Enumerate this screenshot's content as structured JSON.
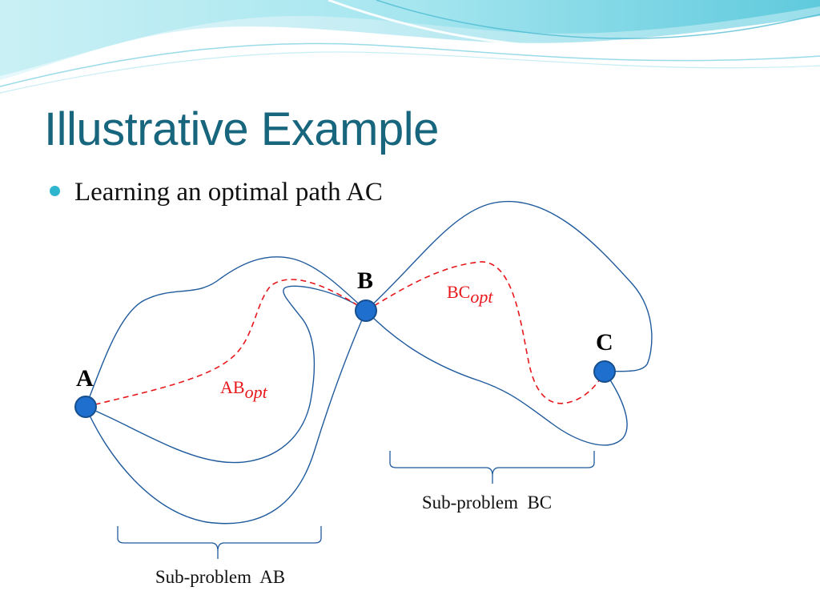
{
  "slide": {
    "title": "Illustrative Example",
    "bullet": "Learning an optimal path AC"
  },
  "diagram": {
    "nodes": [
      {
        "id": "A",
        "label": "A"
      },
      {
        "id": "B",
        "label": "B"
      },
      {
        "id": "C",
        "label": "C"
      }
    ],
    "optimal_paths": [
      {
        "id": "AB",
        "base": "AB",
        "sub": "opt"
      },
      {
        "id": "BC",
        "base": "BC",
        "sub": "opt"
      }
    ],
    "subproblems": [
      {
        "id": "AB",
        "label": "Sub-problem  AB"
      },
      {
        "id": "BC",
        "label": "Sub-problem  BC"
      }
    ]
  },
  "colors": {
    "title": "#17667d",
    "bullet": "#2fb6cf",
    "path_line": "#1f5a9c",
    "optimal_path": "#e8171b",
    "node_fill": "#1f6fce",
    "node_stroke": "#164f8e",
    "wave_light": "#a6e6ef",
    "wave_dark": "#4dbfd6"
  }
}
